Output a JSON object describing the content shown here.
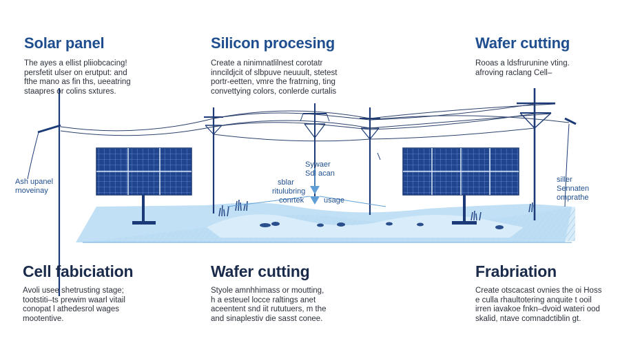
{
  "sections": {
    "solar_panel": {
      "title": "Solar panel",
      "lines": [
        "The ayes a ellist pliiobcacing!",
        "persfetit ulser on erutput: and",
        "fthe mano as fin ths, ueeatring",
        "staapres or colins sxtures."
      ]
    },
    "silicon_processing": {
      "title": "Silicon procesing",
      "lines": [
        "Create a ninimnatlilnest corotatr",
        "inncildjcit of slbpuve neuuult, stetest",
        "portr-eetten, vmre the fratrning, ting",
        "convettying colors, conlerde curtalis"
      ]
    },
    "wafer_cutting_top": {
      "title": "Wafer cutting",
      "lines": [
        "Rooas a ldsfrurunine vting.",
        "afroving raclang Cell–"
      ]
    },
    "cell_fabrication": {
      "title": "Cell fabiciation",
      "lines": [
        "Avoli usee shetrusting stage;",
        "tootstiti–ts prewim waarl vitail",
        "conopat l athedesrol wages",
        "mootentive."
      ]
    },
    "wafer_cutting_bottom": {
      "title": "Wafer cutting",
      "lines": [
        "Styole amnhhimass or moutting,",
        "h a esteuel locce raltings anet",
        "aceentent snd iit rututuers, m the",
        "and sinaplestiv die sasst conee."
      ]
    },
    "frabriation": {
      "title": "Frabriation",
      "lines": [
        "Create otscacast ovnies the oi Hoss",
        "e culla rhaultotering anquite t ooil",
        "irren iavakoe fnkn–dvoid wateri ood",
        "skalid, ntave comnadctiblin gt."
      ]
    }
  },
  "labels": {
    "left": [
      "Ash upanel",
      "rnoveinay"
    ],
    "center": [
      "Sywaer",
      "Sdl acan",
      "sblar",
      "ritulubring",
      "conrtek",
      "usage"
    ],
    "right": [
      "siller",
      "Sennaten",
      "omprathe"
    ]
  },
  "colors": {
    "accent": "#1f4e8f",
    "panel": "#1e3f86",
    "ground": "#bcdcf3",
    "line": "#2a3f6a"
  }
}
